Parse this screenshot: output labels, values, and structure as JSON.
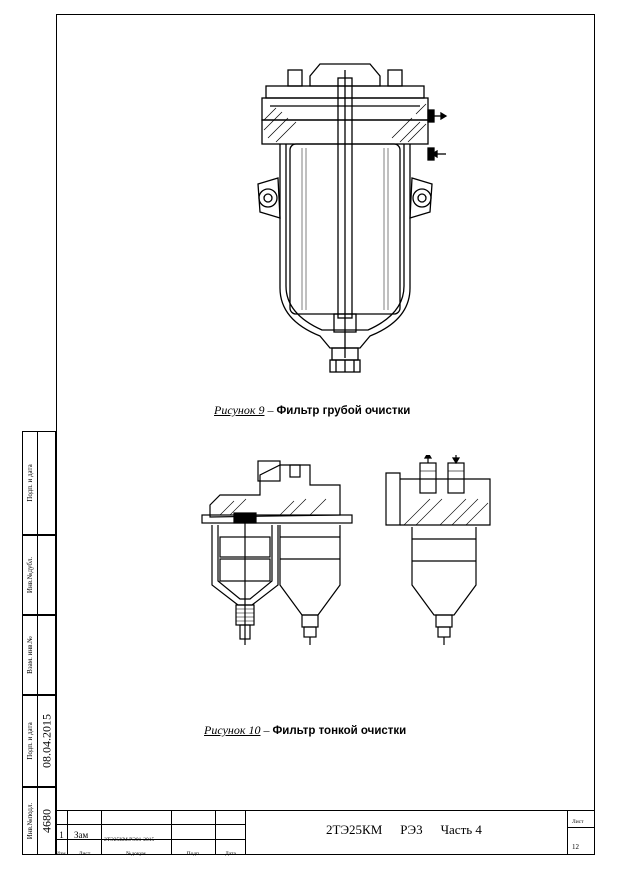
{
  "figures": [
    {
      "number": "Рисунок 9",
      "dash": " – ",
      "title": "Фильтр грубой очистки"
    },
    {
      "number": "Рисунок 10",
      "dash": " – ",
      "title": "Фильтр тонкой очистки"
    }
  ],
  "left_margin": {
    "podp_data_top": "Подп. и дата",
    "inv_dubl": "Инв.№дубл.",
    "vzam_inv": "Взам. инв.№",
    "podp_data": "Подп. и дата",
    "date_value": "08.04.2015",
    "inv_podl": "Инв.№подл.",
    "inv_value": "4680"
  },
  "stamp": {
    "rev_num": "1",
    "rev_label": "Зам",
    "rev_doc": "2ТЭ25КМ.РЭ01-2015",
    "col_izm": "Изм",
    "col_list": "Лист",
    "col_doc": "№докум.",
    "col_podp": "Подп.",
    "col_data": "Дата",
    "doc_code": "2ТЭ25КМ",
    "doc_type": "РЭ3",
    "doc_part": "Часть 4",
    "sheet_label": "Лист",
    "sheet_num": "12"
  }
}
